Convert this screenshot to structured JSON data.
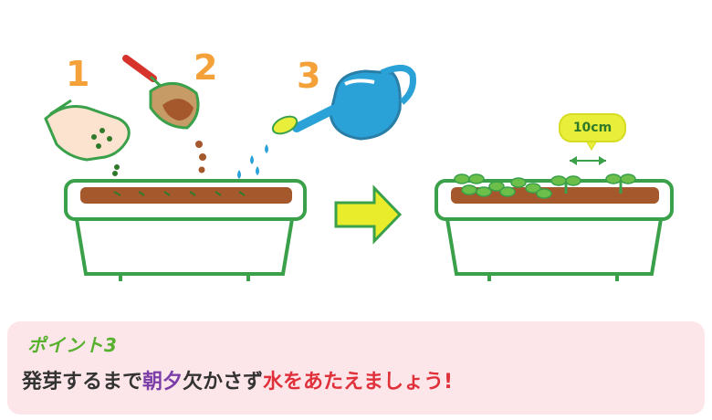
{
  "steps": [
    "1",
    "2",
    "3"
  ],
  "measurement_label": "10cm",
  "point": {
    "title": "ポイント3",
    "line_part1": "発芽するまで",
    "line_part2": "朝夕",
    "line_part3": "欠かさず",
    "line_part4": "水をあたえましょう!"
  },
  "colors": {
    "step_number": "#f5a13a",
    "planter_outline": "#3aa04a",
    "soil": "#a5582c",
    "arrow": "#e8ec2a",
    "panel_bg": "#fde6ea",
    "watering_can": "#2aa2d8",
    "title_green": "#58b12e",
    "highlight_purple": "#7b3ea8",
    "highlight_red": "#e0303a"
  },
  "icons": [
    "hand-sowing-seeds-icon",
    "trowel-with-soil-icon",
    "watering-can-icon",
    "arrow-right-icon",
    "seedling-icon"
  ]
}
